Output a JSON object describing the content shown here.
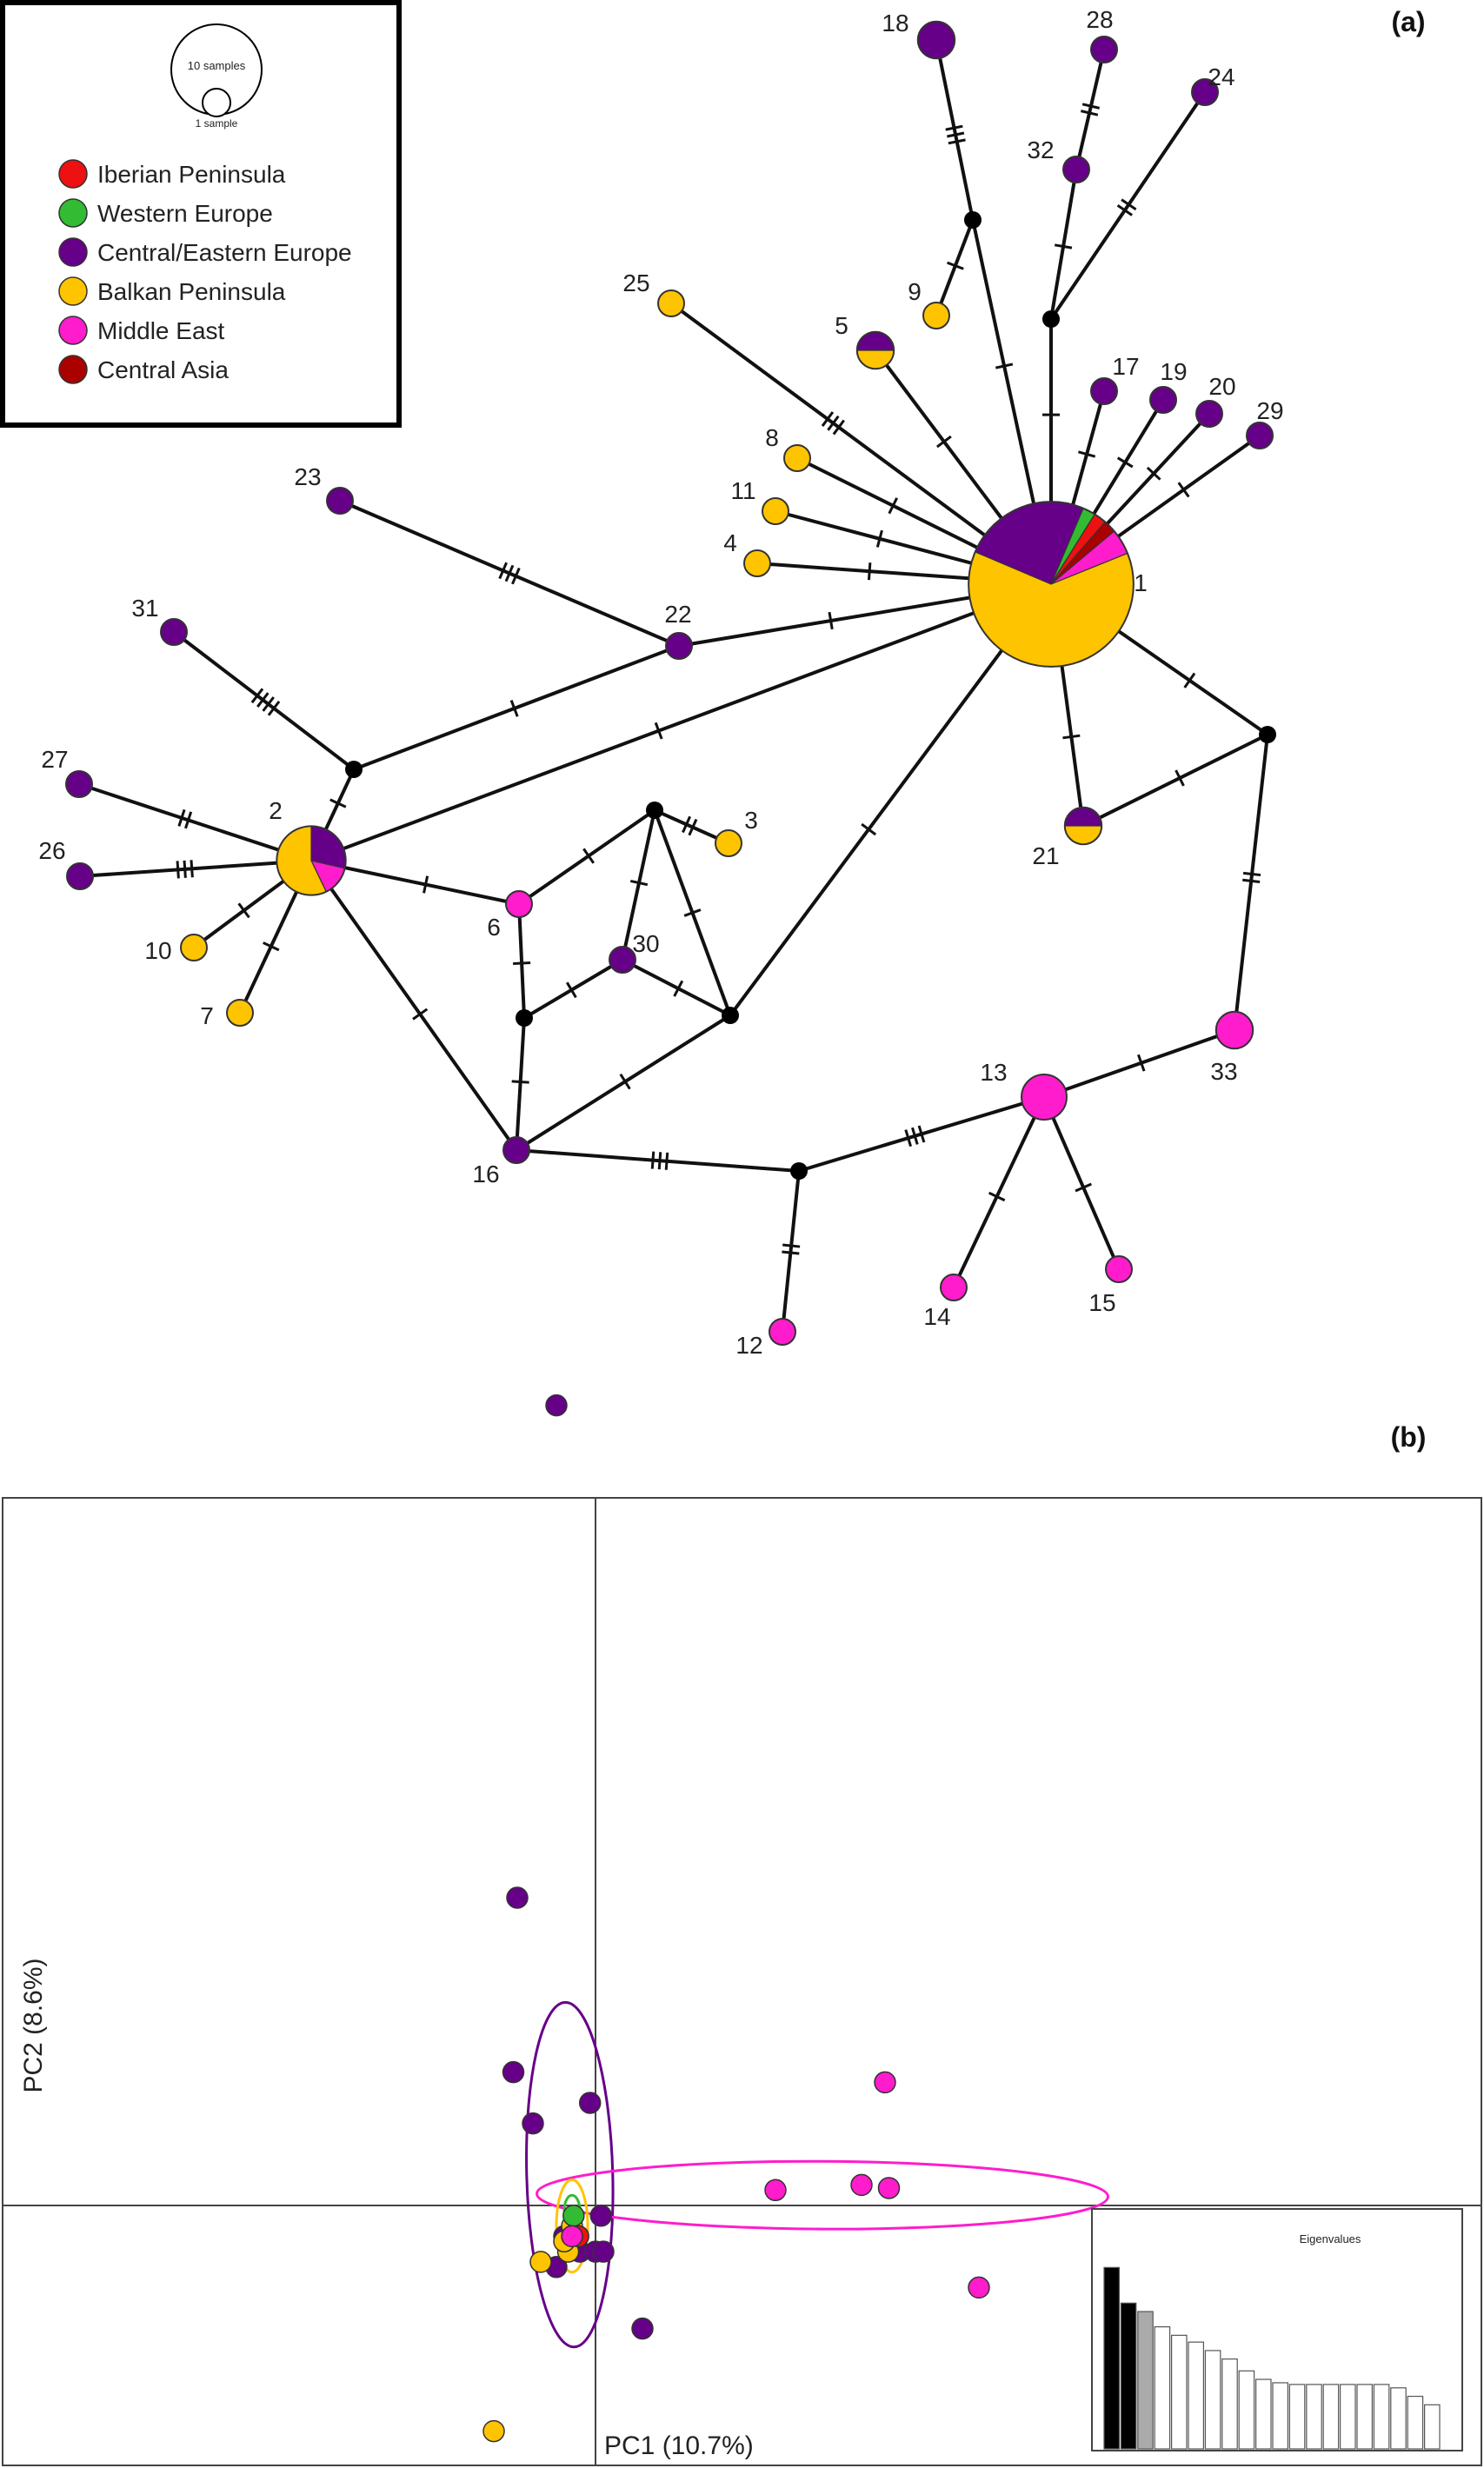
{
  "panels": {
    "a": "(a)",
    "b": "(b)"
  },
  "colors": {
    "Iberian Peninsula": "#ee1111",
    "Western Europe": "#33bb33",
    "Central/Eastern Europe": "#660088",
    "Balkan Peninsula": "#ffc400",
    "Middle East": "#ff1ccc",
    "Central Asia": "#aa0000",
    "median": "#000000",
    "edge": "#111111",
    "stroke": "#333333"
  },
  "legend": {
    "size_large": "10 samples",
    "size_small": "1 sample",
    "regions": [
      "Iberian Peninsula",
      "Western Europe",
      "Central/Eastern Europe",
      "Balkan Peninsula",
      "Middle East",
      "Central Asia"
    ]
  },
  "network": {
    "haplotypes": [
      {
        "id": "1",
        "counts": {
          "Central/Eastern Europe": 10,
          "Western Europe": 1,
          "Iberian Peninsula": 1,
          "Central Asia": 1,
          "Middle East": 2,
          "Balkan Peninsula": 25
        }
      },
      {
        "id": "2",
        "counts": {
          "Central/Eastern Europe": 2,
          "Middle East": 1,
          "Balkan Peninsula": 4
        }
      },
      {
        "id": "3",
        "counts": {
          "Balkan Peninsula": 1
        }
      },
      {
        "id": "4",
        "counts": {
          "Balkan Peninsula": 1
        }
      },
      {
        "id": "5",
        "counts": {
          "Central/Eastern Europe": 1,
          "Balkan Peninsula": 1
        }
      },
      {
        "id": "6",
        "counts": {
          "Middle East": 1
        }
      },
      {
        "id": "7",
        "counts": {
          "Balkan Peninsula": 1
        }
      },
      {
        "id": "8",
        "counts": {
          "Balkan Peninsula": 1
        }
      },
      {
        "id": "9",
        "counts": {
          "Balkan Peninsula": 1
        }
      },
      {
        "id": "10",
        "counts": {
          "Balkan Peninsula": 1
        }
      },
      {
        "id": "11",
        "counts": {
          "Balkan Peninsula": 1
        }
      },
      {
        "id": "12",
        "counts": {
          "Middle East": 1
        }
      },
      {
        "id": "13",
        "counts": {
          "Middle East": 3
        }
      },
      {
        "id": "14",
        "counts": {
          "Middle East": 1
        }
      },
      {
        "id": "15",
        "counts": {
          "Middle East": 1
        }
      },
      {
        "id": "16",
        "counts": {
          "Central/Eastern Europe": 1
        }
      },
      {
        "id": "17",
        "counts": {
          "Central/Eastern Europe": 1
        }
      },
      {
        "id": "18",
        "counts": {
          "Central/Eastern Europe": 2
        }
      },
      {
        "id": "19",
        "counts": {
          "Central/Eastern Europe": 1
        }
      },
      {
        "id": "20",
        "counts": {
          "Central/Eastern Europe": 1
        }
      },
      {
        "id": "21",
        "counts": {
          "Central/Eastern Europe": 1,
          "Balkan Peninsula": 1
        }
      },
      {
        "id": "22",
        "counts": {
          "Central/Eastern Europe": 1
        }
      },
      {
        "id": "23",
        "counts": {
          "Central/Eastern Europe": 1
        }
      },
      {
        "id": "24",
        "counts": {
          "Central/Eastern Europe": 1
        }
      },
      {
        "id": "25",
        "counts": {
          "Balkan Peninsula": 1
        }
      },
      {
        "id": "26",
        "counts": {
          "Central/Eastern Europe": 1
        }
      },
      {
        "id": "27",
        "counts": {
          "Central/Eastern Europe": 1
        }
      },
      {
        "id": "28",
        "counts": {
          "Central/Eastern Europe": 1
        }
      },
      {
        "id": "29",
        "counts": {
          "Central/Eastern Europe": 1
        }
      },
      {
        "id": "30",
        "counts": {
          "Central/Eastern Europe": 1
        }
      },
      {
        "id": "31",
        "counts": {
          "Central/Eastern Europe": 1
        }
      },
      {
        "id": "32",
        "counts": {
          "Central/Eastern Europe": 1
        }
      },
      {
        "id": "33",
        "counts": {
          "Middle East": 2
        }
      }
    ],
    "median_vectors": [
      "m1",
      "m2",
      "m3",
      "m4",
      "m5",
      "m6",
      "m7",
      "m8",
      "m9"
    ],
    "edges": [
      {
        "from": "1",
        "to": "m1",
        "mutations": 1
      },
      {
        "from": "m1",
        "to": "9",
        "mutations": 1
      },
      {
        "from": "m1",
        "to": "18",
        "mutations": 3
      },
      {
        "from": "1",
        "to": "m2",
        "mutations": 1
      },
      {
        "from": "m2",
        "to": "32",
        "mutations": 1
      },
      {
        "from": "32",
        "to": "28",
        "mutations": 2
      },
      {
        "from": "m2",
        "to": "24",
        "mutations": 2
      },
      {
        "from": "1",
        "to": "17",
        "mutations": 1
      },
      {
        "from": "1",
        "to": "19",
        "mutations": 1
      },
      {
        "from": "1",
        "to": "20",
        "mutations": 1
      },
      {
        "from": "1",
        "to": "29",
        "mutations": 1
      },
      {
        "from": "1",
        "to": "5",
        "mutations": 1
      },
      {
        "from": "1",
        "to": "25",
        "mutations": 3
      },
      {
        "from": "1",
        "to": "8",
        "mutations": 1
      },
      {
        "from": "1",
        "to": "11",
        "mutations": 1
      },
      {
        "from": "1",
        "to": "4",
        "mutations": 1
      },
      {
        "from": "1",
        "to": "22",
        "mutations": 1
      },
      {
        "from": "22",
        "to": "23",
        "mutations": 3
      },
      {
        "from": "22",
        "to": "m3",
        "mutations": 1
      },
      {
        "from": "m3",
        "to": "31",
        "mutations": 4
      },
      {
        "from": "m3",
        "to": "2",
        "mutations": 1
      },
      {
        "from": "1",
        "to": "2",
        "mutations": 1
      },
      {
        "from": "2",
        "to": "27",
        "mutations": 2
      },
      {
        "from": "2",
        "to": "26",
        "mutations": 3
      },
      {
        "from": "2",
        "to": "10",
        "mutations": 1
      },
      {
        "from": "2",
        "to": "7",
        "mutations": 1
      },
      {
        "from": "2",
        "to": "6",
        "mutations": 1
      },
      {
        "from": "2",
        "to": "16",
        "mutations": 1
      },
      {
        "from": "6",
        "to": "m4",
        "mutations": 1
      },
      {
        "from": "m4",
        "to": "3",
        "mutations": 2
      },
      {
        "from": "m4",
        "to": "m5",
        "mutations": 1
      },
      {
        "from": "m4",
        "to": "30",
        "mutations": 1
      },
      {
        "from": "6",
        "to": "m6",
        "mutations": 1
      },
      {
        "from": "m6",
        "to": "30",
        "mutations": 1
      },
      {
        "from": "m6",
        "to": "16",
        "mutations": 1
      },
      {
        "from": "30",
        "to": "m5",
        "mutations": 1
      },
      {
        "from": "m5",
        "to": "1",
        "mutations": 1
      },
      {
        "from": "m5",
        "to": "16",
        "mutations": 1
      },
      {
        "from": "16",
        "to": "m7",
        "mutations": 3
      },
      {
        "from": "m7",
        "to": "12",
        "mutations": 2
      },
      {
        "from": "m7",
        "to": "13",
        "mutations": 3
      },
      {
        "from": "13",
        "to": "14",
        "mutations": 1
      },
      {
        "from": "13",
        "to": "15",
        "mutations": 1
      },
      {
        "from": "13",
        "to": "33",
        "mutations": 1
      },
      {
        "from": "33",
        "to": "m8",
        "mutations": 2
      },
      {
        "from": "m8",
        "to": "1",
        "mutations": 1
      },
      {
        "from": "m8",
        "to": "21",
        "mutations": 1
      },
      {
        "from": "21",
        "to": "1",
        "mutations": 1
      }
    ]
  },
  "pca": {
    "xlabel": "PC1 (10.7%)",
    "ylabel": "PC2 (8.6%)",
    "eigen_title": "Eigenvalues",
    "eigenvalues": [
      10.7,
      8.6,
      8.1,
      7.2,
      6.7,
      6.3,
      5.8,
      5.3,
      4.6,
      4.1,
      3.9,
      3.8,
      3.8,
      3.8,
      3.8,
      3.8,
      3.8,
      3.6,
      3.1,
      2.6
    ],
    "eigen_fills": [
      "#000000",
      "#000000",
      "#aaaaaa",
      "#ffffff",
      "#ffffff",
      "#ffffff",
      "#ffffff",
      "#ffffff",
      "#ffffff",
      "#ffffff",
      "#ffffff",
      "#ffffff",
      "#ffffff",
      "#ffffff",
      "#ffffff",
      "#ffffff",
      "#ffffff",
      "#ffffff",
      "#ffffff",
      "#ffffff"
    ],
    "points": [
      {
        "group": "Central/Eastern Europe",
        "x": -0.5,
        "y": 7.8
      },
      {
        "group": "Central/Eastern Europe",
        "x": -1.0,
        "y": 3.0
      },
      {
        "group": "Central/Eastern Europe",
        "x": -1.05,
        "y": 1.3
      },
      {
        "group": "Central/Eastern Europe",
        "x": -0.8,
        "y": 0.8
      },
      {
        "group": "Central/Eastern Europe",
        "x": -0.07,
        "y": 1.0
      },
      {
        "group": "Central/Eastern Europe",
        "x": 0.6,
        "y": -1.2
      },
      {
        "group": "Central/Eastern Europe",
        "x": -0.5,
        "y": -0.6
      },
      {
        "group": "Central/Eastern Europe",
        "x": -0.2,
        "y": -0.45
      },
      {
        "group": "Central/Eastern Europe",
        "x": -0.0,
        "y": -0.45
      },
      {
        "group": "Central/Eastern Europe",
        "x": 0.1,
        "y": -0.45
      },
      {
        "group": "Central/Eastern Europe",
        "x": -0.4,
        "y": -0.3
      },
      {
        "group": "Central/Eastern Europe",
        "x": 0.07,
        "y": -0.1
      },
      {
        "group": "Balkan Peninsula",
        "x": -1.3,
        "y": -2.2
      },
      {
        "group": "Balkan Peninsula",
        "x": -0.7,
        "y": -0.55
      },
      {
        "group": "Balkan Peninsula",
        "x": -0.35,
        "y": -0.45
      },
      {
        "group": "Balkan Peninsula",
        "x": -0.3,
        "y": -0.2
      },
      {
        "group": "Balkan Peninsula",
        "x": -0.4,
        "y": -0.35
      },
      {
        "group": "Western Europe",
        "x": -0.28,
        "y": -0.1
      },
      {
        "group": "Iberian Peninsula",
        "x": -0.22,
        "y": -0.3
      },
      {
        "group": "Middle East",
        "x": 3.7,
        "y": 1.2
      },
      {
        "group": "Middle East",
        "x": 2.3,
        "y": 0.15
      },
      {
        "group": "Middle East",
        "x": 3.4,
        "y": 0.2
      },
      {
        "group": "Middle East",
        "x": 3.75,
        "y": 0.17
      },
      {
        "group": "Middle East",
        "x": 4.9,
        "y": -0.8
      },
      {
        "group": "Middle East",
        "x": -0.3,
        "y": -0.3
      }
    ],
    "ellipses": [
      {
        "group": "Central/Eastern Europe",
        "cx": -0.33,
        "cy": 0.3,
        "rx": 0.55,
        "ry": 1.68,
        "rot": -1.5
      },
      {
        "group": "Middle East",
        "cx": 2.9,
        "cy": 0.1,
        "rx": 3.65,
        "ry": 0.33,
        "rot": 0.3
      },
      {
        "group": "Balkan Peninsula",
        "cx": -0.3,
        "cy": -0.2,
        "rx": 0.2,
        "ry": 0.45,
        "rot": 0
      },
      {
        "group": "Western Europe",
        "cx": -0.3,
        "cy": -0.05,
        "rx": 0.1,
        "ry": 0.15,
        "rot": 0
      }
    ]
  }
}
